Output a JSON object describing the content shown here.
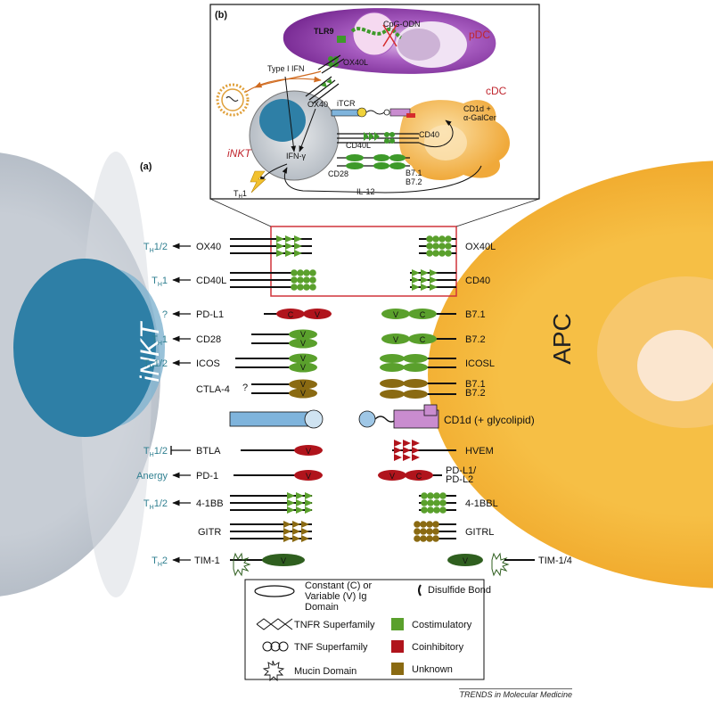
{
  "panel_a": {
    "tag": "(a)",
    "left_cell": "iNKT",
    "right_cell": "APC",
    "rows": [
      {
        "outcome": "TH1/2",
        "outcome_arrow": "arrow",
        "left": "OX40",
        "right": "OX40L"
      },
      {
        "outcome": "TH1",
        "outcome_arrow": "arrow",
        "left": "CD40L",
        "right": "CD40"
      },
      {
        "outcome": "?",
        "outcome_arrow": "arrow",
        "left": "PD-L1",
        "right": "B7.1"
      },
      {
        "outcome": "TH1",
        "outcome_arrow": "arrow",
        "left": "CD28",
        "right": "B7.2"
      },
      {
        "outcome": "TH1/2",
        "outcome_arrow": "arrow",
        "left": "ICOS",
        "right": "ICOSL"
      },
      {
        "outcome": "",
        "outcome_arrow": "",
        "left": "CTLA-4",
        "left_suffix": "?",
        "right": "B7.1",
        "right2": "B7.2"
      },
      {
        "outcome": "",
        "outcome_arrow": "",
        "left": "iTCR",
        "right": "CD1d (+ glycolipid)"
      },
      {
        "outcome": "TH1/2",
        "outcome_arrow": "inhibit",
        "left": "BTLA",
        "right": "HVEM"
      },
      {
        "outcome": "Anergy",
        "outcome_arrow": "arrow",
        "left": "PD-1",
        "right": "PD-L1/",
        "right2": "PD-L2"
      },
      {
        "outcome": "TH1/2",
        "outcome_arrow": "arrow",
        "left": "4-1BB",
        "right": "4-1BBL"
      },
      {
        "outcome": "",
        "outcome_arrow": "",
        "left": "GITR",
        "right": "GITRL"
      },
      {
        "outcome": "TH2",
        "outcome_arrow": "arrow",
        "left": "TIM-1",
        "right": "TIM-1/4"
      }
    ],
    "domain_letters": {
      "constant": "C",
      "variable": "V"
    }
  },
  "panel_b": {
    "tag": "(b)",
    "pdc": "pDC",
    "cdc": "cDC",
    "inkt": "iNKT",
    "cpg": "CpG-ODN",
    "tlr9": "TLR9",
    "ox40l": "OX40L",
    "type1ifn": "Type I IFN",
    "ox40": "OX40",
    "itcr": "iTCR",
    "cd1d_line1": "CD1d +",
    "cd1d_line2": "α-GalCer",
    "cd40l": "CD40L",
    "cd40": "CD40",
    "ifn": "IFN-γ",
    "cd28": "CD28",
    "b71": "B7.1",
    "b72": "B7.2",
    "il12": "IL-12",
    "th1": "TH1"
  },
  "legend": {
    "domain": "Constant (C) or Variable (V) Ig Domain",
    "disulfide": "Disulfide Bond",
    "tnfr": "TNFR Superfamily",
    "costim": "Costimulatory",
    "tnf": "TNF Superfamily",
    "coinhib": "Coinhibitory",
    "mucin": "Mucin Domain",
    "unknown": "Unknown"
  },
  "colors": {
    "costimulatory": "#5aa02c",
    "coinhibitory": "#b0141c",
    "unknown": "#8a6a12",
    "inkt_cell": "#bfc6cf",
    "nucleus_inkt": "#2e7fa6",
    "apc_cell": "#f3b63a",
    "pdc_cell": "#8d3fa6",
    "highlight_box": "#d0333a",
    "itcr_blue": "#7fb4dc",
    "cd1d_pink": "#c98ccf"
  },
  "footer": "TRENDS in Molecular Medicine"
}
